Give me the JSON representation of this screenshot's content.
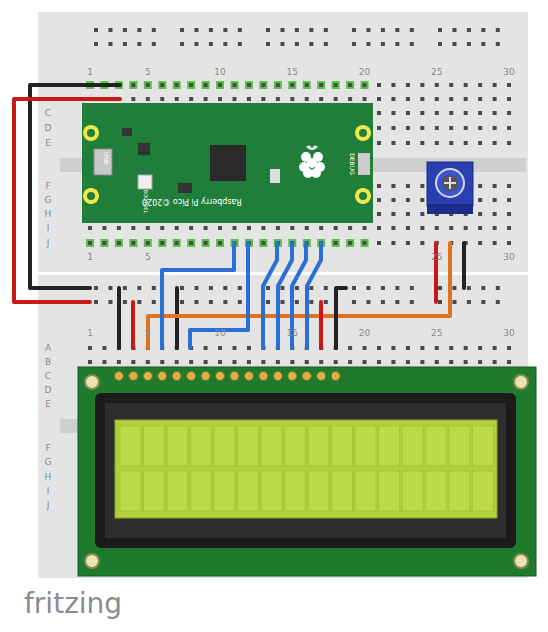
{
  "diagram": {
    "nodes": [
      {
        "text": [
          "USB",
          "BOOTSEL",
          "Raspberry Pi Pico ©2020",
          "DEBUG"
        ]
      }
    ],
    "labels": [
      "1",
      "5",
      "10",
      "15",
      "20",
      "25",
      "30",
      "1",
      "5",
      "25",
      "30",
      "C",
      "D",
      "E",
      "F",
      "G",
      "H",
      "I",
      "J",
      "1",
      "5",
      "10",
      "15",
      "20",
      "25",
      "30",
      "A",
      "B",
      "C",
      "D",
      "E",
      "F",
      "G",
      "H",
      "I",
      "J",
      "fritzing"
    ]
  }
}
